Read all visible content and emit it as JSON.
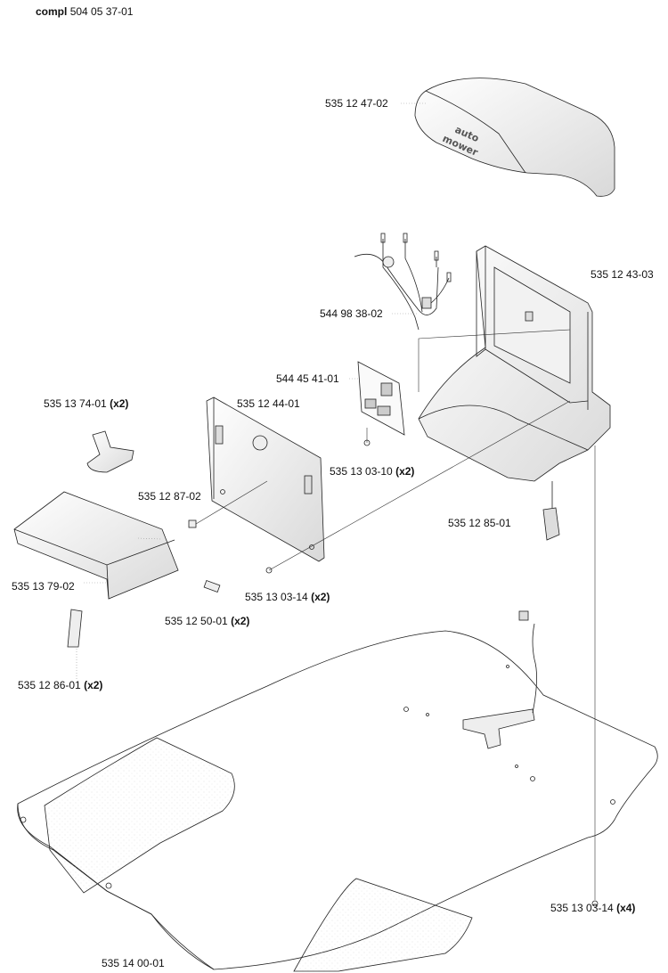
{
  "header": {
    "prefix": "compl",
    "code": "504 05 37-01"
  },
  "logo_text": [
    "auto",
    "mower"
  ],
  "parts": [
    {
      "id": "cover",
      "part_no": "535 12 47-02",
      "qty": ""
    },
    {
      "id": "body",
      "part_no": "535 12 43-03",
      "qty": ""
    },
    {
      "id": "harness",
      "part_no": "544 98 38-02",
      "qty": ""
    },
    {
      "id": "pcb",
      "part_no": "544 45 41-01",
      "qty": ""
    },
    {
      "id": "bracket",
      "part_no": "535 13 74-01",
      "qty": "(x2)"
    },
    {
      "id": "back-plate",
      "part_no": "535 12 44-01",
      "qty": ""
    },
    {
      "id": "pcb-screw",
      "part_no": "535 13 03-10",
      "qty": "(x2)"
    },
    {
      "id": "pin",
      "part_no": "535 12 87-02",
      "qty": ""
    },
    {
      "id": "connector",
      "part_no": "535 12 85-01",
      "qty": ""
    },
    {
      "id": "ramp",
      "part_no": "535 13 79-02",
      "qty": ""
    },
    {
      "id": "plate-screw",
      "part_no": "535 13 03-14",
      "qty": "(x2)"
    },
    {
      "id": "spacer",
      "part_no": "535 12 50-01",
      "qty": "(x2)"
    },
    {
      "id": "clip",
      "part_no": "535 12 86-01",
      "qty": "(x2)"
    },
    {
      "id": "base-screw",
      "part_no": "535 13 03-14",
      "qty": "(x4)"
    },
    {
      "id": "base-plate",
      "part_no": "535 14 00-01",
      "qty": ""
    }
  ]
}
